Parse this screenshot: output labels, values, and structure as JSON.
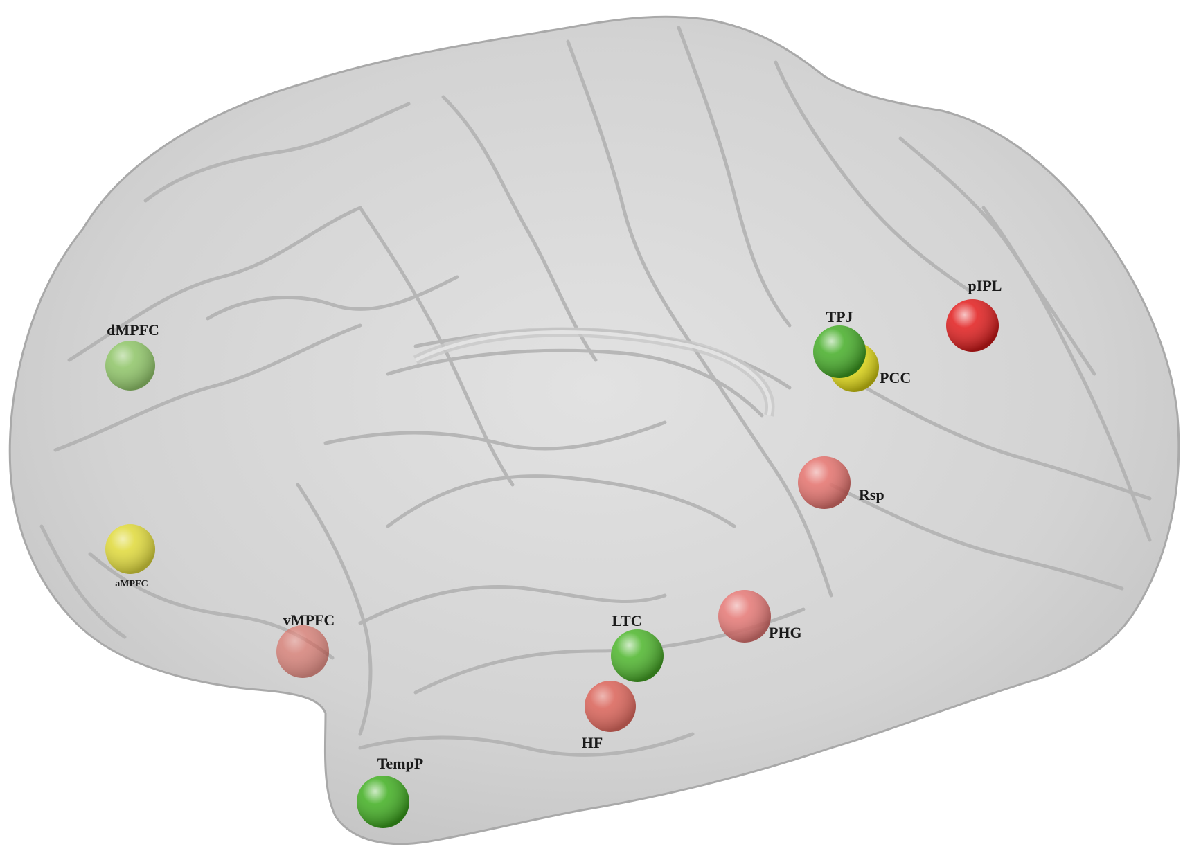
{
  "regions": [
    {
      "id": "dMPFC",
      "label": "dMPFC",
      "color": "#7cc24a"
    },
    {
      "id": "aMPFC",
      "label": "aMPFC",
      "color": "#e3dc1a"
    },
    {
      "id": "vMPFC",
      "label": "vMPFC",
      "color": "#d94a3c"
    },
    {
      "id": "TempP",
      "label": "TempP",
      "color": "#3fae1f"
    },
    {
      "id": "LTC",
      "label": "LTC",
      "color": "#4cb52a"
    },
    {
      "id": "HF",
      "label": "HF",
      "color": "#dd3b2c"
    },
    {
      "id": "PHG",
      "label": "PHG",
      "color": "#e86a66"
    },
    {
      "id": "Rsp",
      "label": "Rsp",
      "color": "#e5625c"
    },
    {
      "id": "TPJ",
      "label": "TPJ",
      "color": "#44ad26"
    },
    {
      "id": "PCC",
      "label": "PCC",
      "color": "#e6de14"
    },
    {
      "id": "pIPL",
      "label": "pIPL",
      "color": "#e11b1b"
    }
  ]
}
